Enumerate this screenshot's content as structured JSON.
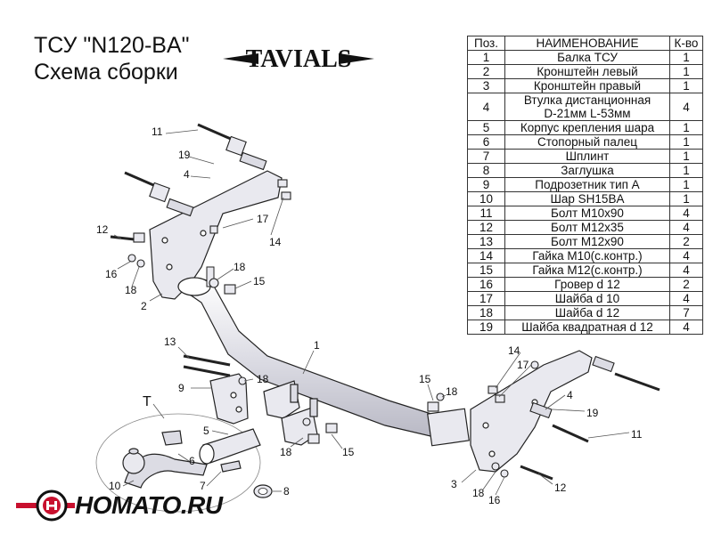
{
  "header": {
    "title": "ТСУ  \"N120-BA\"",
    "subtitle": "Схема сборки"
  },
  "logo": {
    "brand": "TAVIALS"
  },
  "table": {
    "headers": [
      "Поз.",
      "НАИМЕНОВАНИЕ",
      "К-во"
    ],
    "rows": [
      [
        "1",
        "Балка ТСУ",
        "1"
      ],
      [
        "2",
        "Кронштейн левый",
        "1"
      ],
      [
        "3",
        "Кронштейн правый",
        "1"
      ],
      [
        "4",
        "Втулка дистанционная\nD-21мм  L-53мм",
        "4"
      ],
      [
        "5",
        "Корпус крепления шара",
        "1"
      ],
      [
        "6",
        "Стопорный палец",
        "1"
      ],
      [
        "7",
        "Шплинт",
        "1"
      ],
      [
        "8",
        "Заглушка",
        "1"
      ],
      [
        "9",
        "Подрозетник тип А",
        "1"
      ],
      [
        "10",
        "Шар SH15BA",
        "1"
      ],
      [
        "11",
        "Болт М10х90",
        "4"
      ],
      [
        "12",
        "Болт М12х35",
        "4"
      ],
      [
        "13",
        "Болт М12х90",
        "2"
      ],
      [
        "14",
        "Гайка М10(с.контр.)",
        "4"
      ],
      [
        "15",
        "Гайка М12(с.контр.)",
        "4"
      ],
      [
        "16",
        "Гровер d 12",
        "2"
      ],
      [
        "17",
        "Шайба d 10",
        "4"
      ],
      [
        "18",
        "Шайба d 12",
        "7"
      ],
      [
        "19",
        "Шайба квадратная d 12",
        "4"
      ]
    ]
  },
  "callouts": {
    "c11a": "11",
    "c19a": "19",
    "c4a": "4",
    "c17a": "17",
    "c14a": "14",
    "c12a": "12",
    "c16a": "16",
    "c18a": "18",
    "c2": "2",
    "c18b": "18",
    "c15a": "15",
    "c1": "1",
    "c13": "13",
    "c9": "9",
    "c18c": "18",
    "cT": "T",
    "c5": "5",
    "c6": "6",
    "c10": "10",
    "c7": "7",
    "c8": "8",
    "c18d": "18",
    "c15b": "15",
    "c15c": "15",
    "c18e": "18",
    "c14b": "14",
    "c17b": "17",
    "c4b": "4",
    "c19b": "19",
    "c11b": "11",
    "c3": "3",
    "c18f": "18",
    "c16b": "16",
    "c12b": "12"
  },
  "footer": {
    "site": "HOMATO.RU"
  },
  "colors": {
    "accent": "#c8102e",
    "part_fill": "#e9e9ef",
    "stroke": "#222222"
  }
}
